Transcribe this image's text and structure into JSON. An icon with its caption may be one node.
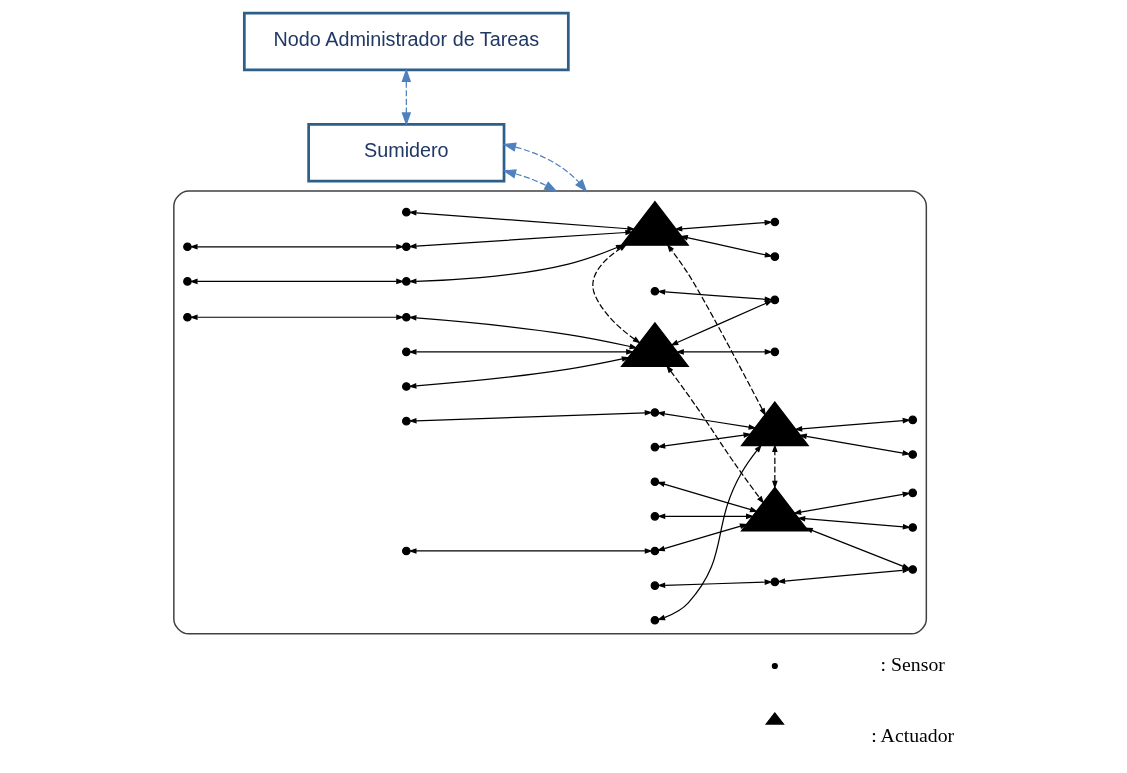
{
  "diagram": {
    "nodes": [
      {
        "text": [
          "Nodo Administrador de Tareas"
        ]
      },
      {
        "text": [
          "Sumidero"
        ]
      },
      {
        "text": [],
        "shape": "cloud"
      },
      {
        "text": [],
        "shape": "triangle",
        "in": 2
      },
      {
        "text": [],
        "shape": "triangle",
        "in": 2
      },
      {
        "text": [],
        "shape": "triangle",
        "in": 2
      },
      {
        "text": [],
        "shape": "triangle",
        "in": 2
      },
      {
        "text": [],
        "shape": "circle",
        "in": 2
      },
      {
        "text": [],
        "shape": "circle",
        "in": 2
      },
      {
        "text": [],
        "shape": "circle",
        "in": 2
      },
      {
        "text": [],
        "shape": "circle",
        "in": 2
      },
      {
        "text": [],
        "shape": "circle",
        "in": 2
      },
      {
        "text": [],
        "shape": "circle",
        "in": 2
      },
      {
        "text": [],
        "shape": "circle",
        "in": 2
      },
      {
        "text": [],
        "shape": "circle",
        "in": 2
      },
      {
        "text": [],
        "shape": "circle",
        "in": 2
      },
      {
        "text": [],
        "shape": "circle",
        "in": 2
      },
      {
        "text": [],
        "shape": "circle",
        "in": 2
      },
      {
        "text": [],
        "shape": "circle",
        "in": 2
      },
      {
        "text": [],
        "shape": "circle",
        "in": 2
      },
      {
        "text": [],
        "shape": "circle",
        "in": 2
      },
      {
        "text": [],
        "shape": "circle",
        "in": 2
      },
      {
        "text": [],
        "shape": "circle",
        "in": 2
      },
      {
        "text": [],
        "shape": "circle",
        "in": 2
      },
      {
        "text": [],
        "shape": "circle",
        "in": 2
      },
      {
        "text": [],
        "shape": "circle",
        "in": 2
      },
      {
        "text": [],
        "shape": "circle",
        "in": 2
      },
      {
        "text": [],
        "shape": "circle",
        "in": 2
      },
      {
        "text": [],
        "shape": "circle",
        "in": 2
      },
      {
        "text": [],
        "shape": "circle",
        "in": 2
      },
      {
        "text": [],
        "shape": "circle",
        "in": 2
      },
      {
        "text": [],
        "shape": "circle",
        "in": 2
      },
      {
        "text": [],
        "shape": "circle",
        "in": 2
      },
      {
        "text": [],
        "shape": "circle",
        "in": 2
      },
      {
        "text": [],
        "shape": "circle",
        "in": 2
      },
      {
        "text": [],
        "shape": "circle",
        "in": 2
      }
    ],
    "edges": [
      {
        "from": 0,
        "to": 1,
        "arrow": "both",
        "style": "dashed",
        "color": "#4f81bd"
      },
      {
        "from": 1,
        "to": 2,
        "arrow": "both",
        "style": "dashed",
        "color": "#4f81bd"
      },
      {
        "from": 1,
        "to": 2,
        "arrow": "both",
        "style": "dashed",
        "color": "#4f81bd"
      },
      {
        "from": 3,
        "to": 4,
        "arrow": "both",
        "style": "dashed"
      },
      {
        "from": 3,
        "to": 5,
        "arrow": "both",
        "style": "dashed"
      },
      {
        "from": 4,
        "to": 6,
        "arrow": "both",
        "style": "dashed"
      },
      {
        "from": 6,
        "to": 5,
        "arrow": "both",
        "style": "dashed"
      },
      {
        "from": 7,
        "to": 3,
        "arrow": "both"
      },
      {
        "from": 8,
        "to": 9,
        "arrow": "both"
      },
      {
        "from": 9,
        "to": 3,
        "arrow": "both"
      },
      {
        "from": 10,
        "to": 11,
        "arrow": "both"
      },
      {
        "from": 11,
        "to": 3,
        "arrow": "both"
      },
      {
        "from": 12,
        "to": 3,
        "arrow": "both"
      },
      {
        "from": 13,
        "to": 3,
        "arrow": "both"
      },
      {
        "from": 14,
        "to": 4,
        "arrow": "both"
      },
      {
        "from": 15,
        "to": 4,
        "arrow": "both"
      },
      {
        "from": 16,
        "to": 4,
        "arrow": "both"
      },
      {
        "from": 17,
        "to": 4,
        "arrow": "both"
      },
      {
        "from": 18,
        "to": 19,
        "arrow": "both"
      },
      {
        "from": 19,
        "to": 4,
        "arrow": "both"
      },
      {
        "from": 20,
        "to": 21,
        "arrow": "both"
      },
      {
        "from": 21,
        "to": 22,
        "arrow": "both"
      },
      {
        "from": 22,
        "to": 4,
        "arrow": "both"
      },
      {
        "from": 23,
        "to": 24,
        "arrow": "both"
      },
      {
        "from": 24,
        "to": 5,
        "arrow": "both"
      },
      {
        "from": 25,
        "to": 5,
        "arrow": "both"
      },
      {
        "from": 26,
        "to": 5,
        "arrow": "both"
      },
      {
        "from": 27,
        "to": 5,
        "arrow": "both"
      },
      {
        "from": 28,
        "to": 29,
        "arrow": "both"
      },
      {
        "from": 29,
        "to": 5,
        "arrow": "both"
      },
      {
        "from": 30,
        "to": 31,
        "arrow": "both"
      },
      {
        "from": 31,
        "to": 6,
        "arrow": "both"
      },
      {
        "from": 32,
        "to": 6,
        "arrow": "both"
      },
      {
        "from": 33,
        "to": 6,
        "arrow": "both"
      },
      {
        "from": 34,
        "to": 6,
        "arrow": "both"
      },
      {
        "from": 35,
        "to": 6,
        "arrow": "both"
      }
    ],
    "legend": [
      {
        "text": ": Sensor"
      },
      {
        "text": ": Actuador"
      }
    ]
  }
}
